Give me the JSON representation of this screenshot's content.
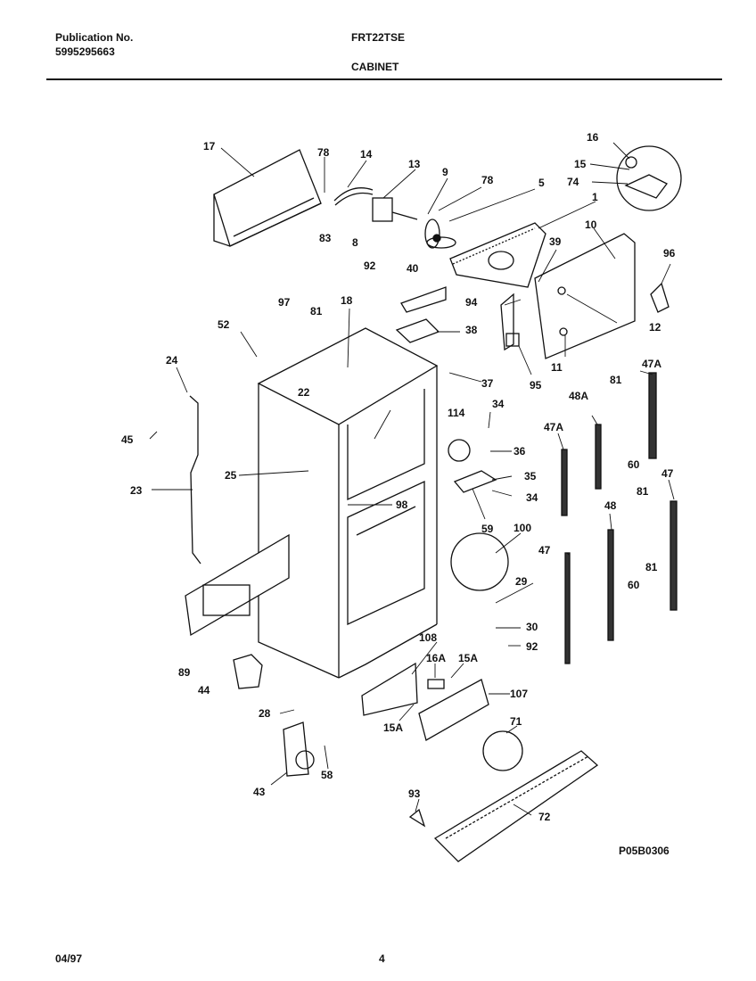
{
  "header": {
    "publication_label": "Publication No.",
    "publication_number": "5995295663",
    "model": "FRT22TSE",
    "section": "CABINET"
  },
  "diagram": {
    "code": "P05B0306",
    "callouts": [
      "17",
      "78",
      "14",
      "13",
      "9",
      "78",
      "5",
      "1",
      "16",
      "15",
      "74",
      "83",
      "8",
      "10",
      "39",
      "96",
      "92",
      "40",
      "94",
      "12",
      "11",
      "97",
      "81",
      "18",
      "38",
      "95",
      "52",
      "24",
      "37",
      "81",
      "47A",
      "22",
      "114",
      "34",
      "48A",
      "45",
      "36",
      "60",
      "47A",
      "25",
      "35",
      "34",
      "81",
      "23",
      "98",
      "59",
      "47",
      "100",
      "48",
      "81",
      "47",
      "60",
      "29",
      "30",
      "92",
      "89",
      "108",
      "16A",
      "15A",
      "44",
      "107",
      "28",
      "15A",
      "71",
      "58",
      "43",
      "93",
      "72"
    ]
  },
  "footer": {
    "date": "04/97",
    "page": "4"
  }
}
